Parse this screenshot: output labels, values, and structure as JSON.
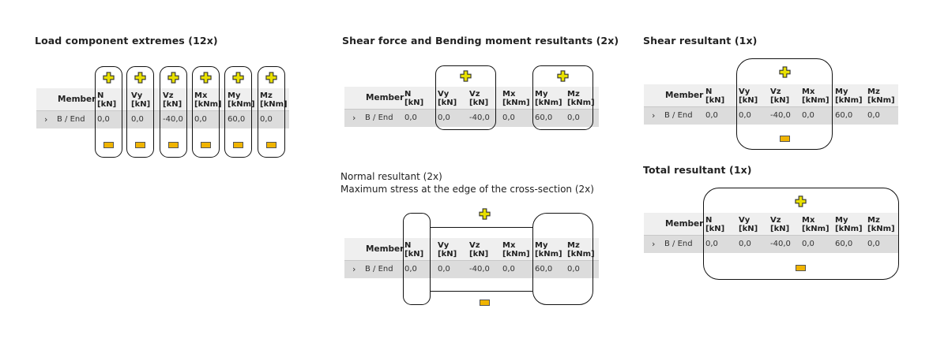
{
  "titles": {
    "load_component": "Load component extremes (12x)",
    "shear_bending": "Shear force and Bending moment resultants (2x)",
    "shear": "Shear resultant (1x)",
    "total": "Total resultant (1x)"
  },
  "notes": {
    "normal": "Normal resultant (2x)",
    "max_stress": "Maximum stress at the edge of the cross-section (2x)"
  },
  "table": {
    "member_header": "Member",
    "columns": [
      {
        "name": "N",
        "unit": "[kN]"
      },
      {
        "name": "Vy",
        "unit": "[kN]"
      },
      {
        "name": "Vz",
        "unit": "[kN]"
      },
      {
        "name": "Mx",
        "unit": "[kNm]"
      },
      {
        "name": "My",
        "unit": "[kNm]"
      },
      {
        "name": "Mz",
        "unit": "[kNm]"
      }
    ],
    "row_label": "B / End",
    "values": [
      "0,0",
      "0,0",
      "-40,0",
      "0,0",
      "60,0",
      "0,0"
    ]
  },
  "colors": {
    "plus_fill": "#e8e000",
    "minus_fill": "#f0b400",
    "frame": "#111111",
    "header_bg": "#efefef",
    "row_bg": "#dcdcdc"
  },
  "icons": {
    "plus": "plus-icon",
    "minus": "minus-icon",
    "expand": "chevron-right-icon"
  }
}
